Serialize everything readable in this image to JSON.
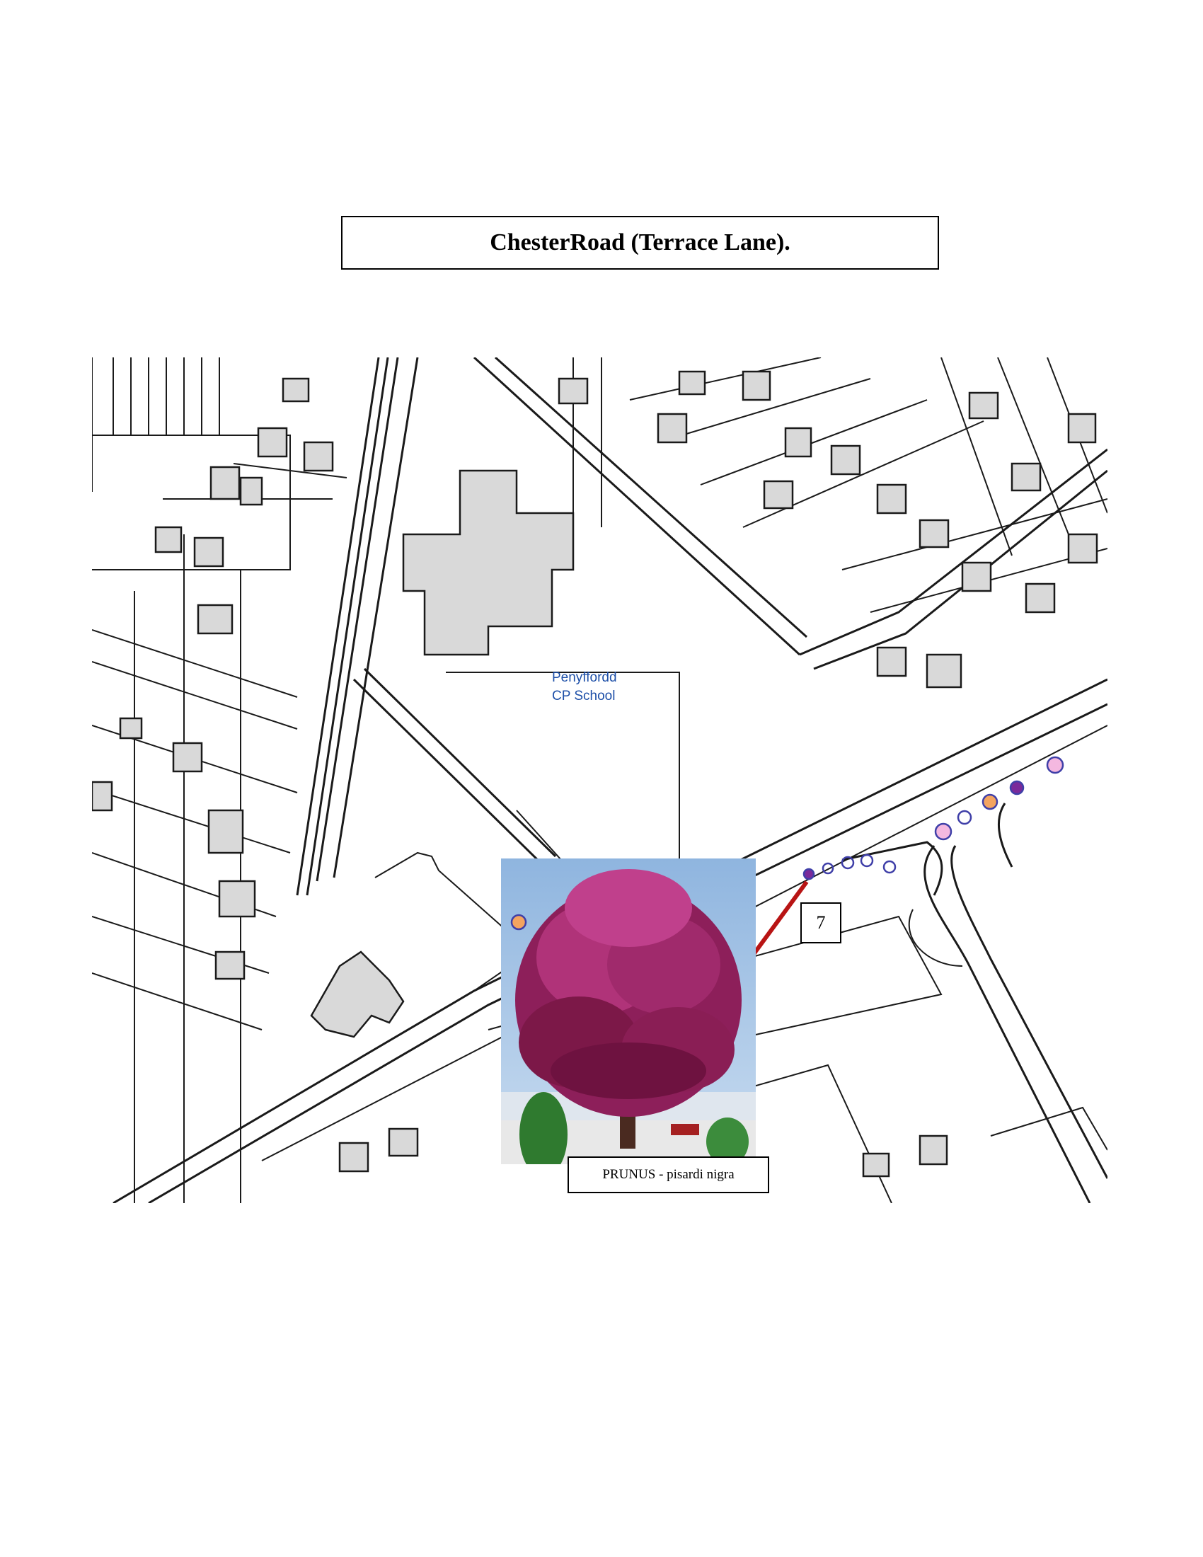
{
  "header": {
    "title": "ChesterRoad (Terrace Lane)."
  },
  "map": {
    "labels": {
      "school": "Penyffordd\nCP School"
    }
  },
  "photo": {
    "caption": "PRUNUS - pisardi nigra",
    "marker_number": "7"
  },
  "colors": {
    "building_fill": "#d9d9d9",
    "line": "#1a1a1a",
    "pointer": "#b81414",
    "tree_purple": "#7a2a9a",
    "tree_orange": "#f4a460",
    "tree_pink": "#f4b8e0",
    "tree_outline": "#3f3fa8"
  }
}
